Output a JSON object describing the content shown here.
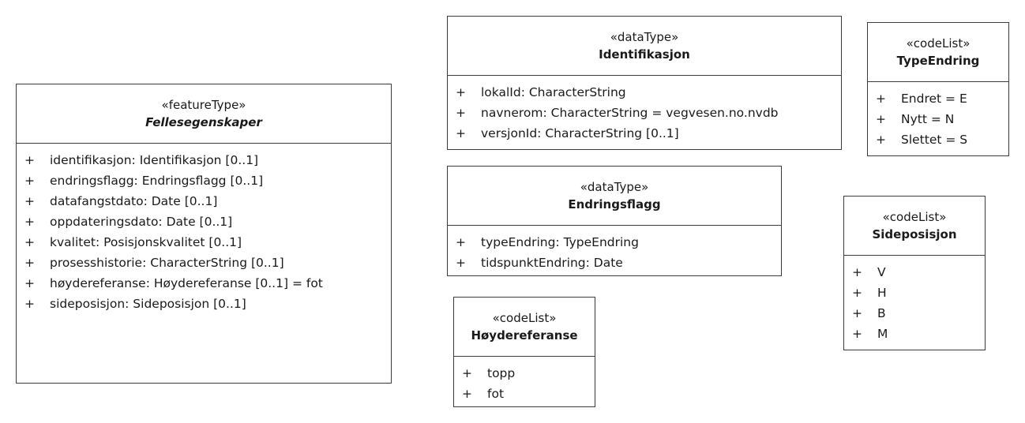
{
  "classes": {
    "fellesegenskaper": {
      "stereotype": "«featureType»",
      "name": "Fellesegenskaper",
      "attributes": [
        {
          "vis": "+",
          "text": "identifikasjon: Identifikasjon [0..1]"
        },
        {
          "vis": "+",
          "text": "endringsflagg: Endringsflagg [0..1]"
        },
        {
          "vis": "+",
          "text": "datafangstdato: Date [0..1]"
        },
        {
          "vis": "+",
          "text": "oppdateringsdato: Date [0..1]"
        },
        {
          "vis": "+",
          "text": "kvalitet: Posisjonskvalitet [0..1]"
        },
        {
          "vis": "+",
          "text": "prosesshistorie: CharacterString [0..1]"
        },
        {
          "vis": "+",
          "text": "høydereferanse: Høydereferanse [0..1] = fot"
        },
        {
          "vis": "+",
          "text": "sideposisjon: Sideposisjon [0..1]"
        }
      ]
    },
    "identifikasjon": {
      "stereotype": "«dataType»",
      "name": "Identifikasjon",
      "attributes": [
        {
          "vis": "+",
          "text": "lokalId: CharacterString"
        },
        {
          "vis": "+",
          "text": "navnerom: CharacterString = vegvesen.no.nvdb"
        },
        {
          "vis": "+",
          "text": "versjonId: CharacterString [0..1]"
        }
      ]
    },
    "endringsflagg": {
      "stereotype": "«dataType»",
      "name": "Endringsflagg",
      "attributes": [
        {
          "vis": "+",
          "text": "typeEndring: TypeEndring"
        },
        {
          "vis": "+",
          "text": "tidspunktEndring: Date"
        }
      ]
    },
    "hoydereferanse": {
      "stereotype": "«codeList»",
      "name": "Høydereferanse",
      "attributes": [
        {
          "vis": "+",
          "text": "topp"
        },
        {
          "vis": "+",
          "text": "fot"
        }
      ]
    },
    "typeendring": {
      "stereotype": "«codeList»",
      "name": "TypeEndring",
      "attributes": [
        {
          "vis": "+",
          "text": "Endret = E"
        },
        {
          "vis": "+",
          "text": "Nytt = N"
        },
        {
          "vis": "+",
          "text": "Slettet = S"
        }
      ]
    },
    "sideposisjon": {
      "stereotype": "«codeList»",
      "name": "Sideposisjon",
      "attributes": [
        {
          "vis": "+",
          "text": "V"
        },
        {
          "vis": "+",
          "text": "H"
        },
        {
          "vis": "+",
          "text": "B"
        },
        {
          "vis": "+",
          "text": "M"
        }
      ]
    }
  }
}
